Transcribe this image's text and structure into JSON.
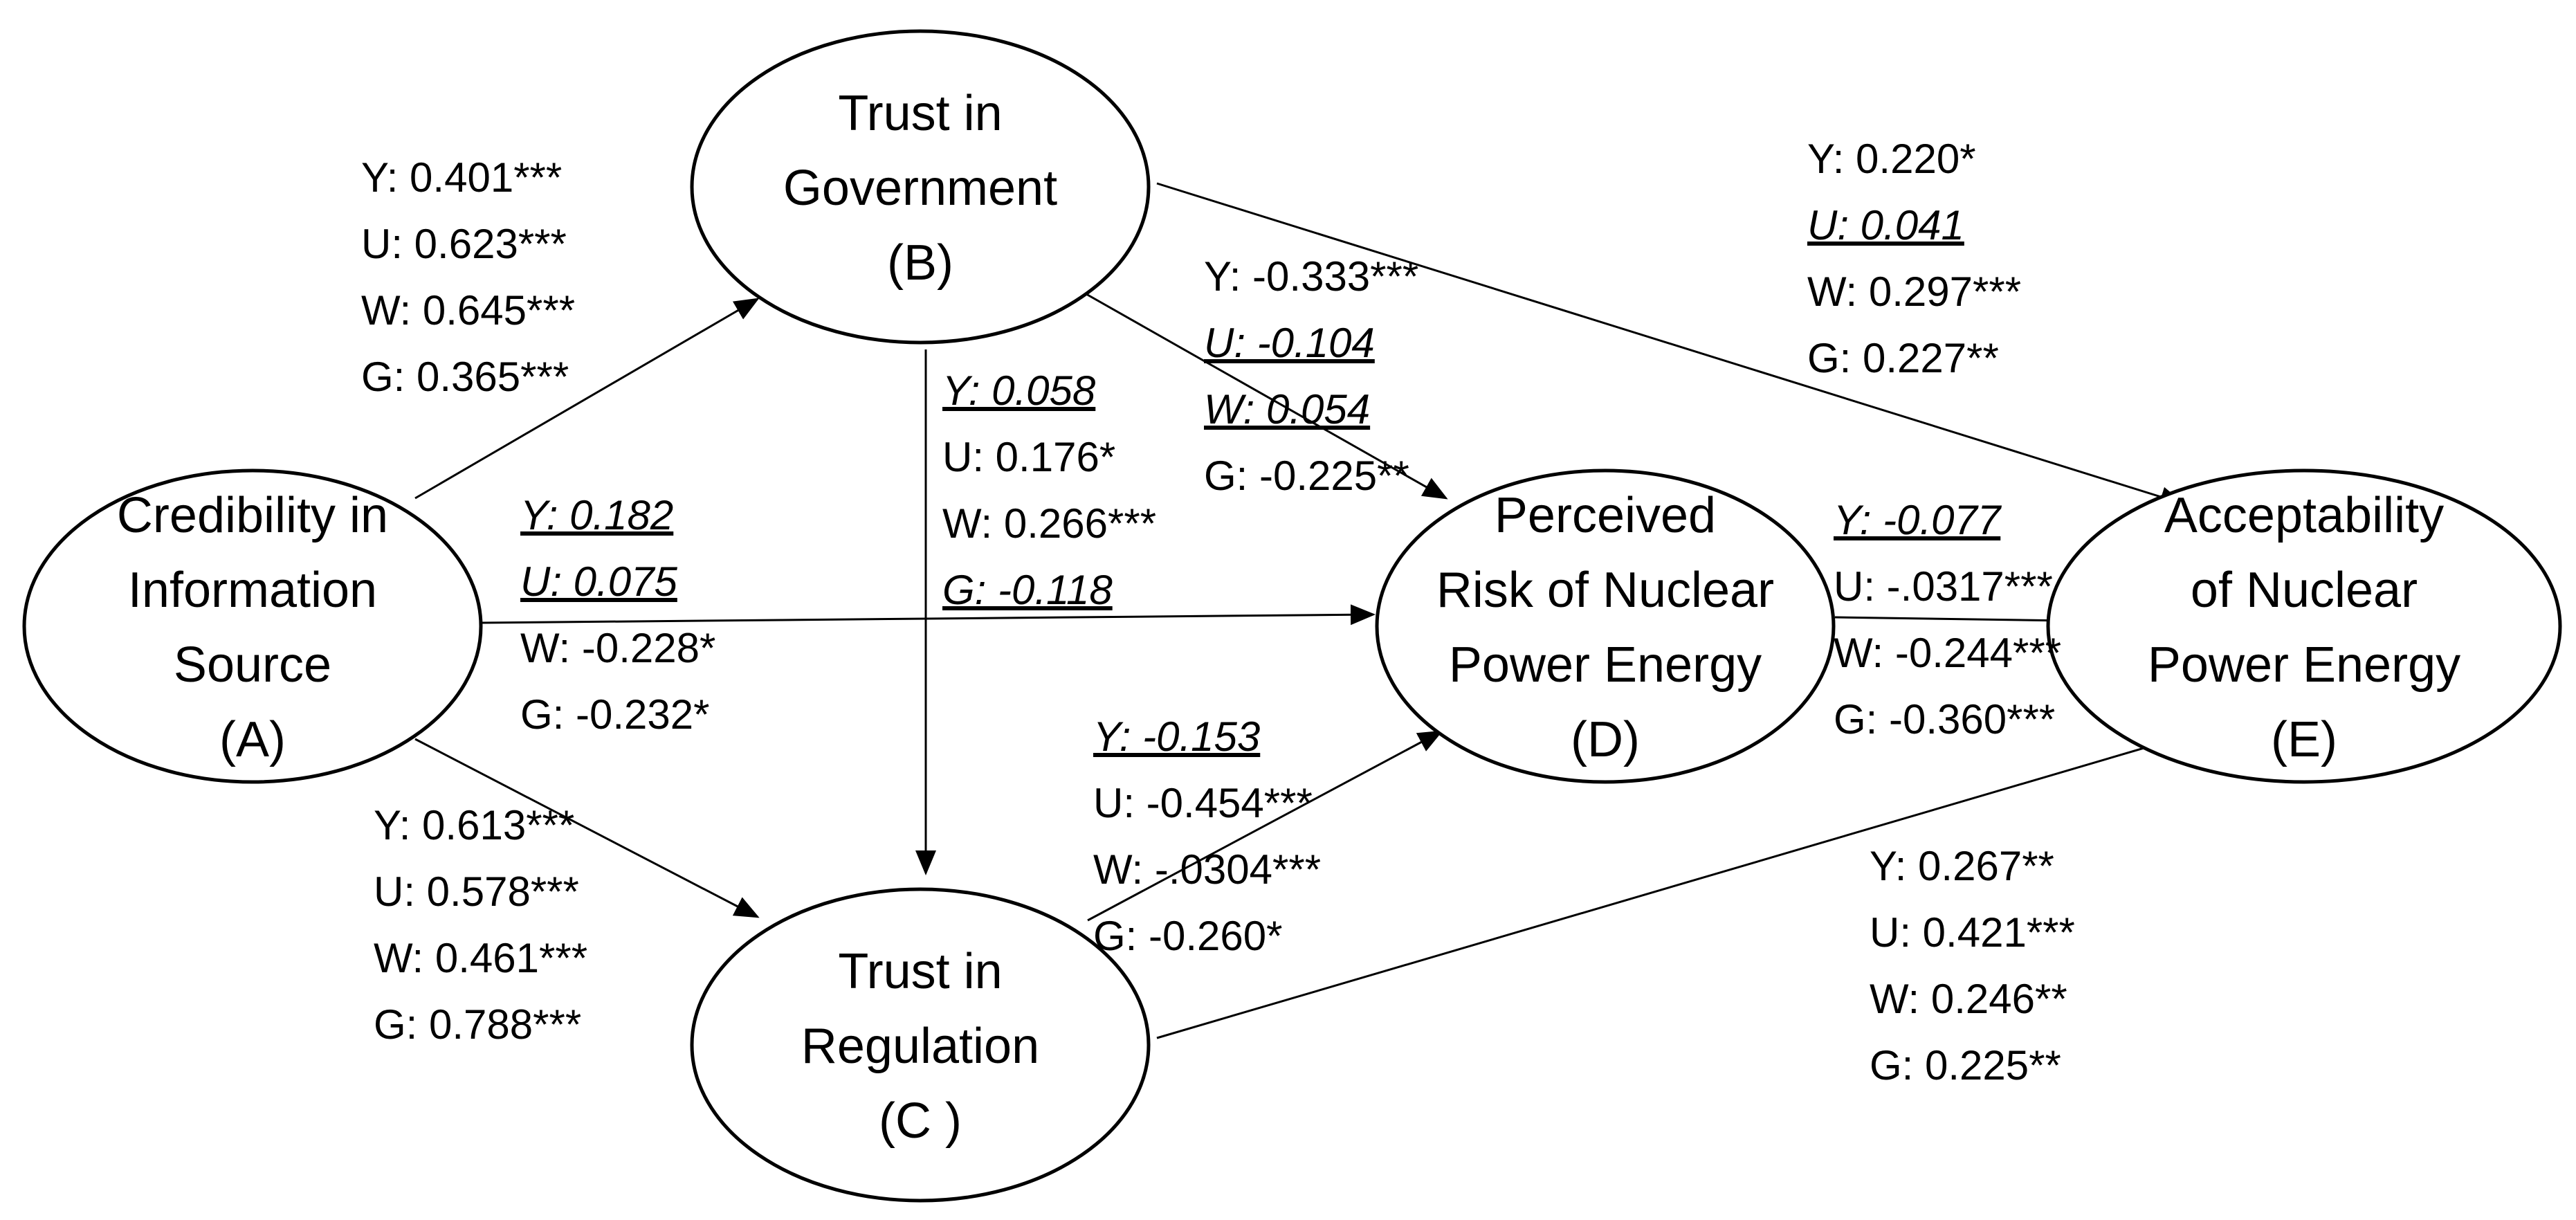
{
  "nodes": [
    {
      "id": "A",
      "lines": [
        "Credibility in",
        "Information",
        "Source",
        "(A)"
      ]
    },
    {
      "id": "B",
      "lines": [
        "Trust in",
        "Government",
        "(B)"
      ]
    },
    {
      "id": "C",
      "lines": [
        "Trust in",
        "Regulation",
        "(C )"
      ]
    },
    {
      "id": "D",
      "lines": [
        "Perceived",
        "Risk of Nuclear",
        "Power Energy",
        "(D)"
      ]
    },
    {
      "id": "E",
      "lines": [
        "Acceptability",
        "of Nuclear",
        "Power Energy",
        "(E)"
      ]
    }
  ],
  "edges": [
    {
      "id": "A-B",
      "from": "A",
      "to": "B",
      "coefficients": [
        {
          "text": "Y: 0.401***",
          "significant": true
        },
        {
          "text": "U: 0.623***",
          "significant": true
        },
        {
          "text": "W: 0.645***",
          "significant": true
        },
        {
          "text": "G: 0.365***",
          "significant": true
        }
      ]
    },
    {
      "id": "A-C",
      "from": "A",
      "to": "C",
      "coefficients": [
        {
          "text": "Y: 0.613***",
          "significant": true
        },
        {
          "text": "U: 0.578***",
          "significant": true
        },
        {
          "text": "W: 0.461***",
          "significant": true
        },
        {
          "text": "G: 0.788***",
          "significant": true
        }
      ]
    },
    {
      "id": "A-D",
      "from": "A",
      "to": "D",
      "coefficients": [
        {
          "text": "Y: 0.182",
          "significant": false
        },
        {
          "text": "U: 0.075",
          "significant": false
        },
        {
          "text": "W: -0.228*",
          "significant": true
        },
        {
          "text": "G: -0.232*",
          "significant": true
        }
      ]
    },
    {
      "id": "B-C",
      "from": "B",
      "to": "C",
      "coefficients": [
        {
          "text": "Y: 0.058",
          "significant": false
        },
        {
          "text": "U: 0.176*",
          "significant": true
        },
        {
          "text": "W: 0.266***",
          "significant": true
        },
        {
          "text": "G: -0.118",
          "significant": false
        }
      ]
    },
    {
      "id": "B-D",
      "from": "B",
      "to": "D",
      "coefficients": [
        {
          "text": "Y: -0.333***",
          "significant": true
        },
        {
          "text": "U: -0.104",
          "significant": false
        },
        {
          "text": "W: 0.054",
          "significant": false
        },
        {
          "text": "G: -0.225**",
          "significant": true
        }
      ]
    },
    {
      "id": "B-E",
      "from": "B",
      "to": "E",
      "coefficients": [
        {
          "text": "Y: 0.220*",
          "significant": true
        },
        {
          "text": "U: 0.041",
          "significant": false
        },
        {
          "text": "W: 0.297***",
          "significant": true
        },
        {
          "text": "G: 0.227**",
          "significant": true
        }
      ]
    },
    {
      "id": "C-D",
      "from": "C",
      "to": "D",
      "coefficients": [
        {
          "text": "Y: -0.153",
          "significant": false
        },
        {
          "text": "U: -0.454***",
          "significant": true
        },
        {
          "text": "W: -.0304***",
          "significant": true
        },
        {
          "text": "G: -0.260*",
          "significant": true
        }
      ]
    },
    {
      "id": "C-E",
      "from": "C",
      "to": "E",
      "coefficients": [
        {
          "text": "Y: 0.267**",
          "significant": true
        },
        {
          "text": "U: 0.421***",
          "significant": true
        },
        {
          "text": "W: 0.246**",
          "significant": true
        },
        {
          "text": "G: 0.225**",
          "significant": true
        }
      ]
    },
    {
      "id": "D-E",
      "from": "D",
      "to": "E",
      "coefficients": [
        {
          "text": "Y: -0.077",
          "significant": false
        },
        {
          "text": "U: -.0317***",
          "significant": true
        },
        {
          "text": "W: -0.244***",
          "significant": true
        },
        {
          "text": "G: -0.360***",
          "significant": true
        }
      ]
    }
  ]
}
